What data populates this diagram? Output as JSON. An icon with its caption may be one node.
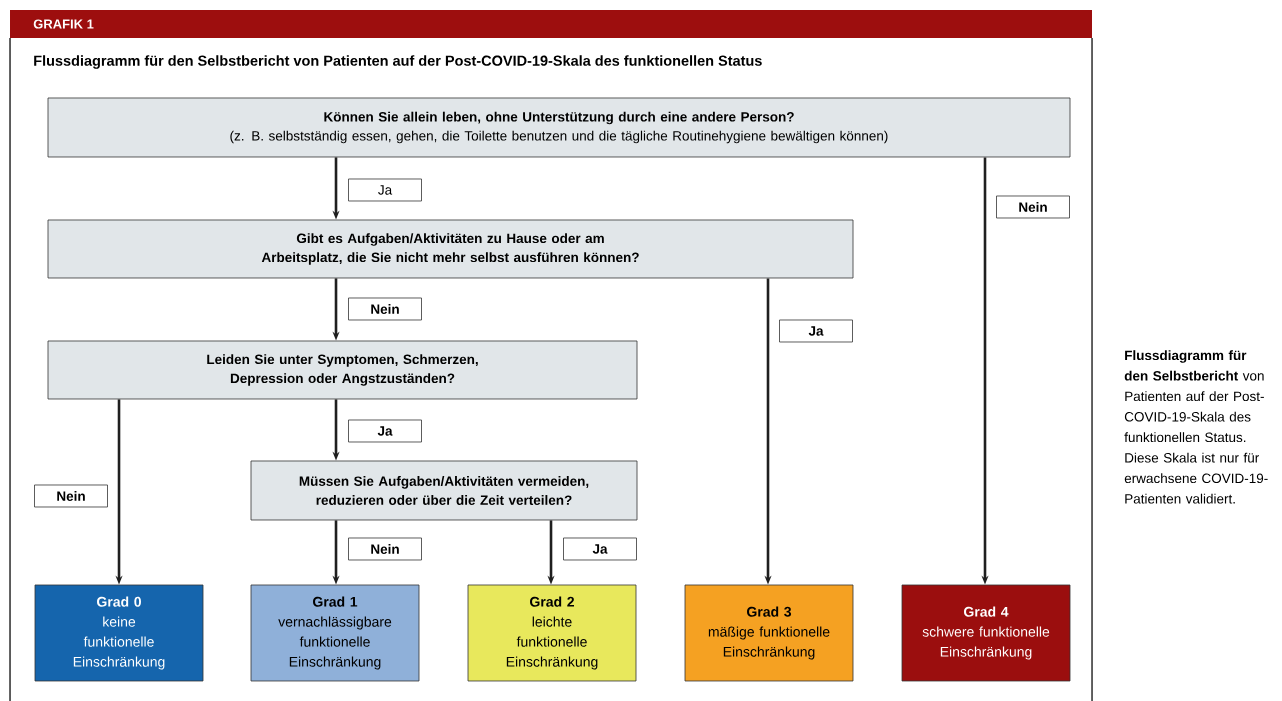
{
  "diagram": {
    "title": "Flussdiagramm für den Selbstbericht von Patienten auf der Post-COVID-19-Skala des funktionellen Status",
    "caption": "**Flussdiagramm für den Selbstbericht** von Patienten auf der Post-COVID-19-Skala des funktionellen Status. Diese Skala ist nur für erwachsene COVID-19-Patienten validiert.",
    "nodes": [
      {
        "text": [
          "Können Sie allein leben, ohne Unterstützung durch eine andere Person?",
          "(z. B. selbstständig essen, gehen, die Toilette benutzen und die tägliche Routinehygiene bewältigen können)"
        ]
      },
      {
        "text": [
          "Gibt es Aufgaben/Aktivitäten zu Hause oder am Arbeitsplatz, die Sie nicht mehr selbst ausführen können?"
        ]
      },
      {
        "text": [
          "Leiden Sie unter Symptomen, Schmerzen, Depression oder Angstzuständen?"
        ]
      },
      {
        "text": [
          "Müssen Sie Aufgaben/Aktivitäten vermeiden, reduzieren oder über die Zeit verteilen?"
        ]
      },
      {
        "text": [
          "Grad 0",
          "keine funktionelle Einschränkung"
        ]
      },
      {
        "text": [
          "Grad 1",
          "vernachlässigbare funktionelle Einschränkung"
        ]
      },
      {
        "text": [
          "Grad 2",
          "leichte funktionelle Einschränkung"
        ]
      },
      {
        "text": [
          "Grad 3",
          "mäßige funktionelle Einschränkung"
        ]
      },
      {
        "text": [
          "Grad 4",
          "schwere funktionelle Einschränkung"
        ]
      }
    ],
    "edges": [
      {
        "from": 0,
        "to": 1,
        "arrow": "to",
        "label": "Ja"
      },
      {
        "from": 0,
        "to": 8,
        "arrow": "to",
        "label": "Nein"
      },
      {
        "from": 1,
        "to": 2,
        "arrow": "to",
        "label": "Nein"
      },
      {
        "from": 1,
        "to": 7,
        "arrow": "to",
        "label": "Ja"
      },
      {
        "from": 2,
        "to": 3,
        "arrow": "to",
        "label": "Ja"
      },
      {
        "from": 2,
        "to": 4,
        "arrow": "to",
        "label": "Nein"
      },
      {
        "from": 3,
        "to": 5,
        "arrow": "to",
        "label": "Nein"
      },
      {
        "from": 3,
        "to": 6,
        "arrow": "to",
        "label": "Ja"
      }
    ],
    "labels": [
      "GRAFIK 1"
    ]
  }
}
